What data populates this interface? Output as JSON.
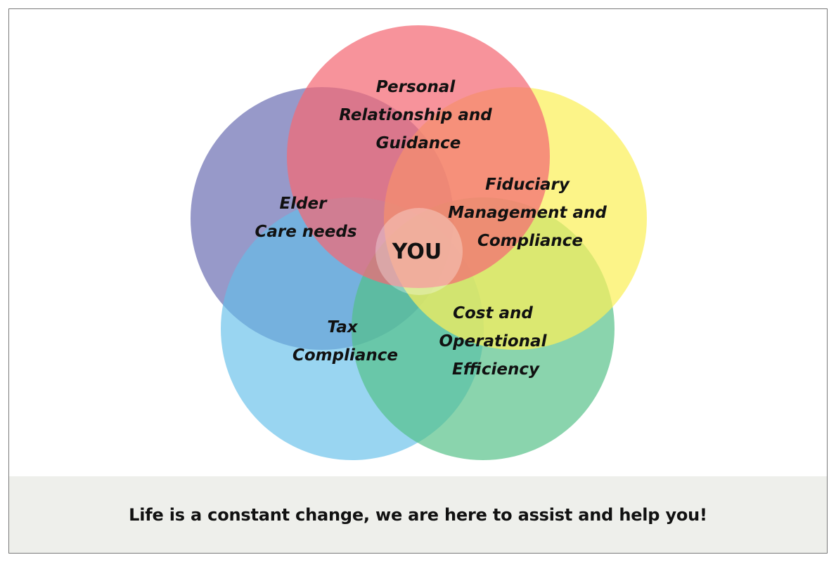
{
  "diagram": {
    "center": {
      "label": "YOU",
      "color": "#ffffff"
    },
    "circles": [
      {
        "id": "elder",
        "label_lines": [
          "Elder",
          "Care needs"
        ],
        "color": "#7a7cba"
      },
      {
        "id": "tax",
        "label_lines": [
          "Tax",
          "Compliance"
        ],
        "color": "#63bfea"
      },
      {
        "id": "cost",
        "label_lines": [
          "Cost and",
          "Operational",
          "Efficiency"
        ],
        "color": "#52c086"
      },
      {
        "id": "fiduciary",
        "label_lines": [
          "Fiduciary",
          "Management and",
          "Compliance"
        ],
        "color": "#fbf05a"
      },
      {
        "id": "personal",
        "label_lines": [
          "Personal",
          "Relationship and",
          "Guidance"
        ],
        "color": "#f46a74"
      }
    ]
  },
  "footer": {
    "text": "Life is a constant change, we are here to assist and help you!"
  }
}
